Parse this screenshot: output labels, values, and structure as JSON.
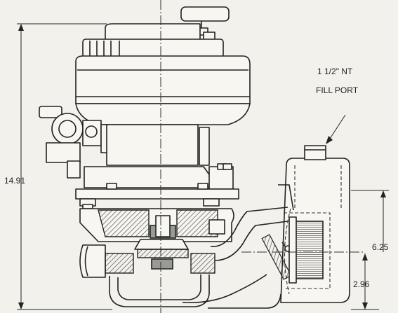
{
  "dimensions": {
    "overall_height": "14.91",
    "port_height": "6.25",
    "base_height": "2.96"
  },
  "fill_port_label": {
    "line1": "1 1/2\" NT",
    "line2": "FILL PORT"
  },
  "colors": {
    "line": "#222222",
    "background": "#f2f1ec",
    "hatch": "#555555"
  }
}
